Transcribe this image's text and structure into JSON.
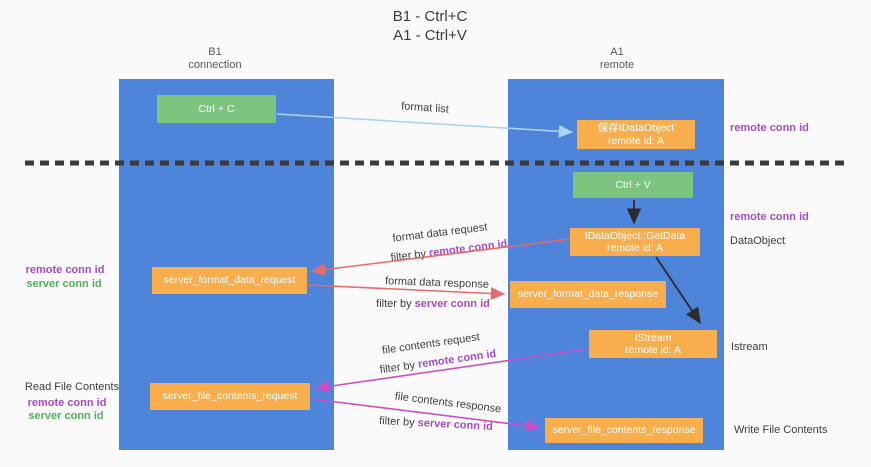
{
  "title": {
    "line1": "B1 - Ctrl+C",
    "line2": "A1 - Ctrl+V"
  },
  "columns": {
    "left": {
      "header_line1": "B1",
      "header_line2": "connection"
    },
    "right": {
      "header_line1": "A1",
      "header_line2": "remote"
    }
  },
  "boxes": {
    "ctrl_c": {
      "label": "Ctrl + C"
    },
    "save_dataobject": {
      "line1": "保存IDataObject",
      "line2": "remote id: A"
    },
    "ctrl_v": {
      "label": "Ctrl + V"
    },
    "getdata": {
      "line1": "IDataObject::GetData",
      "line2": "remote id: A"
    },
    "format_request": {
      "label": "server_format_data_request"
    },
    "format_response": {
      "label": "server_format_data_response"
    },
    "istream": {
      "line1": "IStream",
      "line2": "remote id: A"
    },
    "file_request": {
      "label": "server_file_contents_request"
    },
    "file_response": {
      "label": "server_file_contents_response"
    }
  },
  "flow_labels": {
    "format_list": "format list",
    "format_request_line1": "format data request",
    "format_request_filter_prefix": "filter by ",
    "format_request_filter_key": "remote conn id",
    "format_response_line1": "format data response",
    "format_response_filter_prefix": "filter by ",
    "format_response_filter_key": "server conn id",
    "file_request_line1": "file contents request",
    "file_request_filter_prefix": "filter by ",
    "file_request_filter_key": "remote conn id",
    "file_response_line1": "file contents response",
    "file_response_filter_prefix": "filter by ",
    "file_response_filter_key": "server conn id"
  },
  "side_labels": {
    "right_remote_conn_top": "remote conn id",
    "right_remote_conn_mid": "remote conn id",
    "right_dataobject": "DataObject",
    "right_istream": "Istream",
    "right_write_file": "Write File Contents",
    "left_remote_conn_mid": "remote conn id",
    "left_server_conn_mid": "server conn id",
    "left_read_file": "Read File Contents",
    "left_remote_conn_bottom": "remote conn id",
    "left_server_conn_bottom": "server conn id"
  },
  "colors": {
    "column_blue": "#4e84d9",
    "box_orange": "#f9ae4e",
    "box_green": "#7cc57f",
    "arrow_light_blue": "#aad4f5",
    "arrow_red": "#e96a6c",
    "arrow_magenta": "#cc50c5",
    "arrow_black": "#2b2b2b",
    "label_purple": "#a54cc5",
    "label_green": "#52af5a",
    "dashed_line": "#3a3a3a",
    "background": "#fafafa"
  }
}
